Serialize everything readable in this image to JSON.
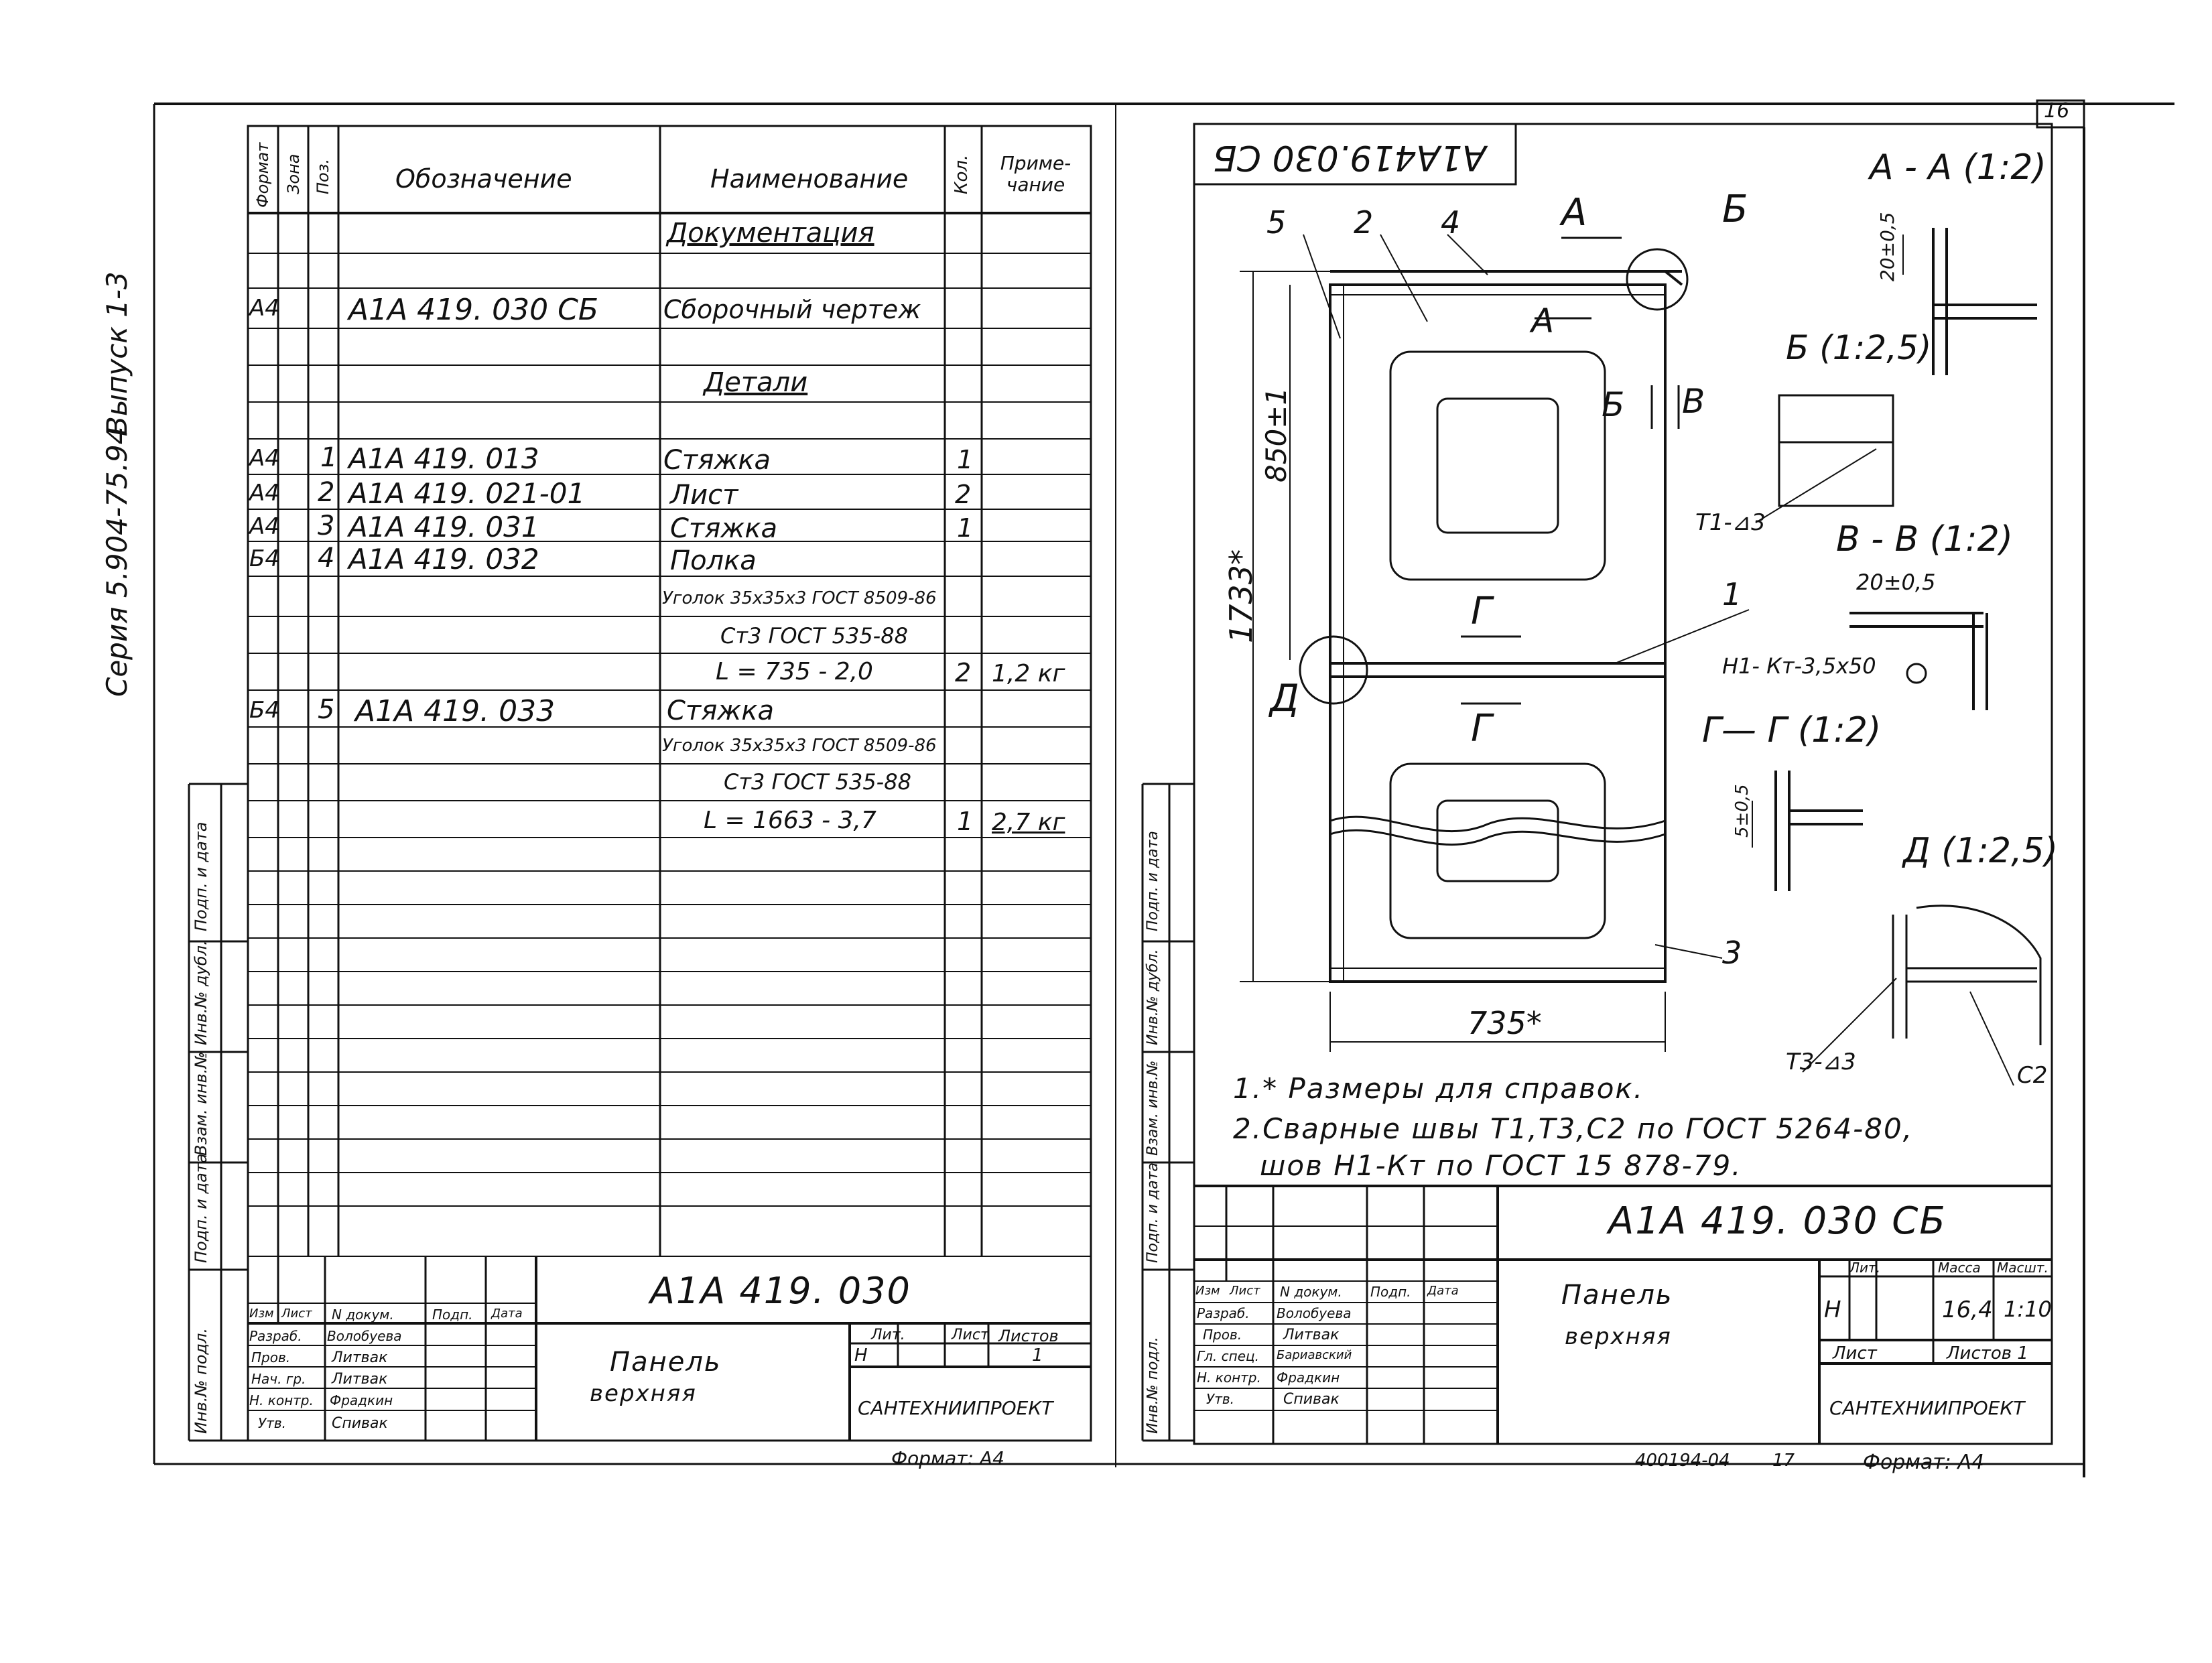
{
  "sheet_number": "16",
  "left_margin": {
    "series": "Серия 5.904-75.94",
    "issue": "Выпуск 1-3",
    "stamps": [
      "Подп. и дата",
      "Инв.№ дубл.",
      "Взам. инв.№",
      "Подп. и дата",
      "Инв.№ подл."
    ]
  },
  "spec": {
    "headers": {
      "format": "Формат",
      "zone": "Зона",
      "pos": "Поз.",
      "designation": "Обозначение",
      "name": "Наименование",
      "qty": "Кол.",
      "note": "Приме-чание"
    },
    "rows": [
      {
        "format": "",
        "zone": "",
        "pos": "",
        "designation": "",
        "name": "Документация",
        "qty": "",
        "note": "",
        "heading": true
      },
      {
        "format": "A4",
        "zone": "",
        "pos": "",
        "designation": "A1A 419. 030 СБ",
        "name": "Сборочный чертеж",
        "qty": "",
        "note": ""
      },
      {
        "format": "",
        "zone": "",
        "pos": "",
        "designation": "",
        "name": "Детали",
        "qty": "",
        "note": "",
        "heading": true
      },
      {
        "format": "A4",
        "zone": "",
        "pos": "1",
        "designation": "A1A 419. 013",
        "name": "Стяжка",
        "qty": "1",
        "note": ""
      },
      {
        "format": "A4",
        "zone": "",
        "pos": "2",
        "designation": "A1A 419. 021-01",
        "name": "Лист",
        "qty": "2",
        "note": ""
      },
      {
        "format": "A4",
        "zone": "",
        "pos": "3",
        "designation": "A1A 419. 031",
        "name": "Стяжка",
        "qty": "1",
        "note": ""
      },
      {
        "format": "Б4",
        "zone": "",
        "pos": "4",
        "designation": "A1A 419. 032",
        "name": "Полка",
        "qty": "",
        "note": ""
      },
      {
        "format": "",
        "zone": "",
        "pos": "",
        "designation": "",
        "name": "Уголок 35x35x3 ГОСТ 8509-86",
        "qty": "",
        "note": ""
      },
      {
        "format": "",
        "zone": "",
        "pos": "",
        "designation": "",
        "name": "Ст3 ГОСТ 535-88",
        "qty": "",
        "note": ""
      },
      {
        "format": "",
        "zone": "",
        "pos": "",
        "designation": "",
        "name": "L = 735 - 2,0",
        "qty": "2",
        "note": "1,2 кг"
      },
      {
        "format": "Б4",
        "zone": "",
        "pos": "5",
        "designation": "A1A 419. 033",
        "name": "Стяжка",
        "qty": "",
        "note": ""
      },
      {
        "format": "",
        "zone": "",
        "pos": "",
        "designation": "",
        "name": "Уголок 35x35x3 ГОСТ 8509-86",
        "qty": "",
        "note": ""
      },
      {
        "format": "",
        "zone": "",
        "pos": "",
        "designation": "",
        "name": "Ст3 ГОСТ 535-88",
        "qty": "",
        "note": ""
      },
      {
        "format": "",
        "zone": "",
        "pos": "",
        "designation": "",
        "name": "L = 1663 - 3,7",
        "qty": "1",
        "note": "2,7 кг"
      }
    ]
  },
  "left_title_block": {
    "doc_code": "A1A 419. 030",
    "title_line1": "Панель",
    "title_line2": "верхняя",
    "org": "САНТЕХНИИПРОЕКТ",
    "format_label": "Формат: А4",
    "col_headers": [
      "Изм",
      "Лист",
      "N докум.",
      "Подп.",
      "Дата"
    ],
    "roles": [
      {
        "role": "Разраб.",
        "name": "Волобуева"
      },
      {
        "role": "Пров.",
        "name": "Литвак"
      },
      {
        "role": "Нач. гр.",
        "name": "Литвак"
      },
      {
        "role": "Н. контр.",
        "name": "Фрадкин"
      },
      {
        "role": "Утв.",
        "name": "Спивак"
      }
    ],
    "lit_header": "Лит.",
    "lit_value": "Н",
    "sheet_header": "Лист",
    "sheets_header": "Листов",
    "sheets_value": "1"
  },
  "drawing": {
    "mirrored_code": "A1A419.030 СБ",
    "labels": {
      "pos5": "5",
      "pos2": "2",
      "pos4": "4",
      "pos1": "1",
      "pos3": "3",
      "cut_a": "А",
      "cut_b": "Б",
      "cut_v": "В",
      "cut_g": "Г",
      "cut_d": "Д",
      "dim_850": "850±1",
      "dim_1733": "1733*",
      "dim_735": "735*"
    },
    "sections": {
      "aa": "А - А (1:2)",
      "aa_dim": "20±0,5",
      "b": "Б (1:2,5)",
      "b_weld": "Т1-⊿3",
      "vv": "В - В (1:2)",
      "vv_dim": "20±0,5",
      "vv_weld": "Н1- Кт-3,5x50",
      "gg": "Г— Г (1:2)",
      "gg_dim": "5±0,5",
      "d": "Д (1:2,5)",
      "d_weld1": "Т3-⊿3",
      "d_weld2": "С2"
    },
    "notes": [
      "1.* Размеры для справок.",
      "2.Сварные швы Т1,Т3,С2 по ГОСТ 5264-80,",
      "шов Н1-Кт по ГОСТ 15 878-79."
    ]
  },
  "right_title_block": {
    "doc_code": "A1A 419. 030 СБ",
    "title_line1": "Панель",
    "title_line2": "верхняя",
    "org": "САНТЕХНИИПРОЕКТ",
    "format_label": "Формат: А4",
    "archive": "400194-04",
    "page": "17",
    "col_headers": [
      "Изм",
      "Лист",
      "N докум.",
      "Подп.",
      "Дата"
    ],
    "roles": [
      {
        "role": "Разраб.",
        "name": "Волобуева"
      },
      {
        "role": "Пров.",
        "name": "Литвак"
      },
      {
        "role": "Гл. спец.",
        "name": "Бариавский"
      },
      {
        "role": "Н. контр.",
        "name": "Фрадкин"
      },
      {
        "role": "Утв.",
        "name": "Спивак"
      }
    ],
    "lit_header": "Лит.",
    "mass_header": "Масса",
    "scale_header": "Масшт.",
    "lit_value": "Н",
    "mass_value": "16,4",
    "scale_value": "1:10",
    "sheet_label": "Лист",
    "sheets_label": "Листов 1"
  }
}
